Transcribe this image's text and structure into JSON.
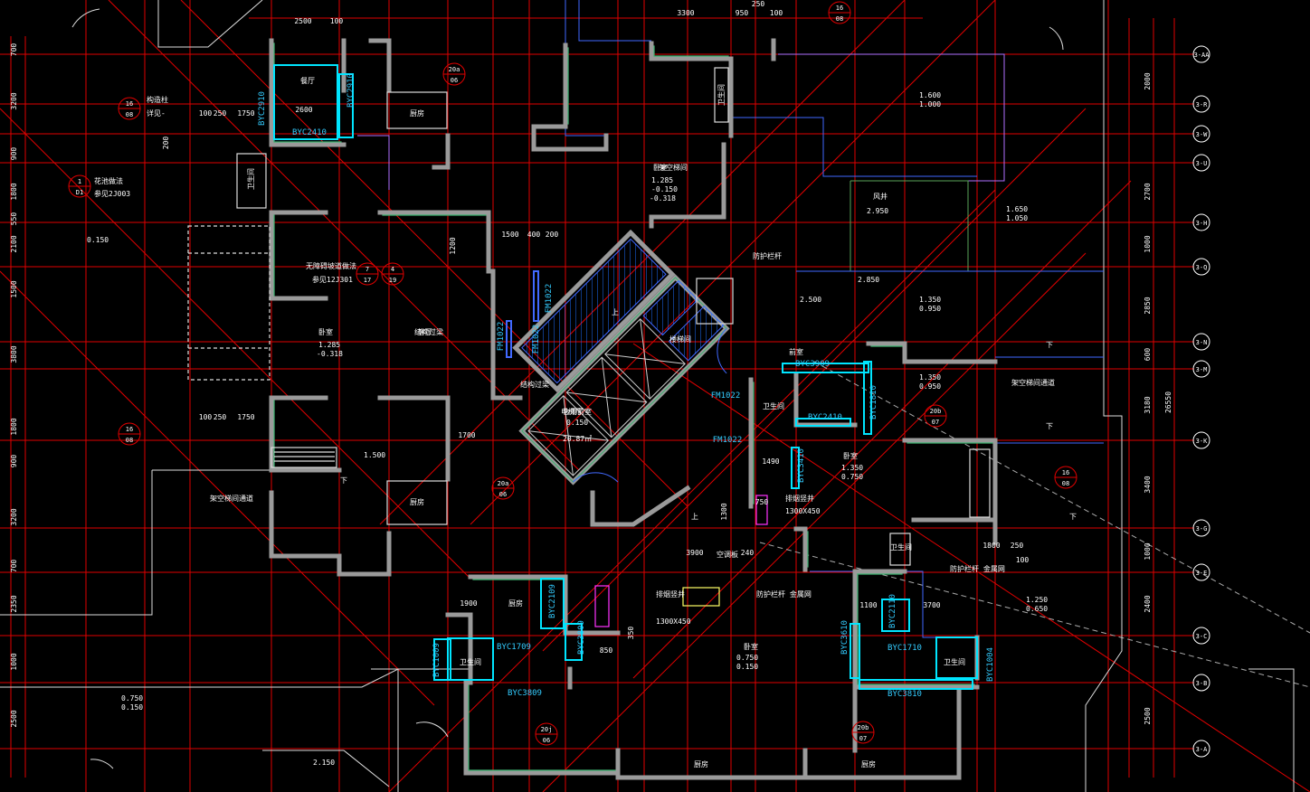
{
  "colors": {
    "background": "#000000",
    "grid_red": "#e00000",
    "wall_green": "#3cb371",
    "wall_fill": "#9a9a9a",
    "window_cyan": "#00e5ff",
    "window_blue": "#4169ff",
    "text_white": "#ffffff",
    "text_yellow": "#ffff66",
    "text_cyan": "#33ccff",
    "purple": "#b070ff",
    "magenta": "#ff33ff"
  },
  "axes": {
    "right_labels": [
      "3-AA",
      "3-R",
      "3-W",
      "3-U",
      "3-H",
      "3-Q",
      "3-N",
      "3-M",
      "3-K",
      "3-G",
      "3-E",
      "3-C",
      "3-B",
      "3-A"
    ],
    "right_dims": [
      "2000",
      "2700",
      "1000",
      "2850",
      "600",
      "3180",
      "3400",
      "1000",
      "2400",
      "2500"
    ],
    "overall_dim": "26550",
    "left_dims": [
      "700",
      "3200",
      "900",
      "1800",
      "550",
      "2100",
      "1500",
      "3800",
      "1800",
      "900",
      "3200",
      "700",
      "2350",
      "1000",
      "2500"
    ]
  },
  "top_dims": [
    "2500",
    "100",
    "3300",
    "950",
    "250",
    "100"
  ],
  "tags": {
    "window_types": [
      "BYC2910",
      "BYC2910",
      "BYC2410",
      "BYC3909",
      "BYC2410",
      "BYC1810",
      "BYC3410",
      "BYC3809",
      "BYC2109",
      "BYC1709",
      "BYC1009",
      "BYC3809",
      "BYC3610",
      "BYC2110",
      "BYC1710",
      "BYC1004",
      "BYC3810"
    ],
    "door_types": [
      "FM1022",
      "FM1022",
      "FM1022",
      "FM1022",
      "FM1022"
    ]
  },
  "room_labels": [
    "厨房",
    "厨房",
    "卧室",
    "卧室",
    "客厅",
    "餐厅",
    "卫生间",
    "卫生间",
    "卫生间",
    "卧室",
    "卧室",
    "电梯厅",
    "楼梯间",
    "前室",
    "卫生间",
    "卫生间",
    "厨房",
    "厨房",
    "厨房",
    "卫生间"
  ],
  "notes": {
    "n1": "构造柱",
    "n2": "详见-",
    "n3": "花池做法",
    "n4": "参见2J003",
    "n5": "无障碍坡道做法",
    "n6": "参见12J301",
    "n7": "结构过梁",
    "n8": "结构过梁",
    "n9": "防护栏杆",
    "n10": "防护栏杆 金属网",
    "n11": "防护栏杆 金属网",
    "n12": "架空梯间通道",
    "n13": "架空梯间通道",
    "n14": "架空梯间",
    "n15": "风井",
    "n16": "排烟竖井",
    "n17": "合用前室",
    "n18": "20.87㎡",
    "n19": "1300X450",
    "n20": "排烟竖井",
    "n21": "1300X450",
    "n22": "空调板",
    "n23": "0.150",
    "n24": "上",
    "n25": "下",
    "n26": "下",
    "n27": "下",
    "n28": "下",
    "n29": "上",
    "n30": "-0.150",
    "n31": "2.950",
    "n32": "2.850",
    "n33": "2.500",
    "n34": "1.600",
    "n35": "1.000",
    "n36": "1.650",
    "n37": "1.050",
    "n38": "1.350",
    "n39": "0.950",
    "n40": "1.350",
    "n41": "0.950",
    "n42": "1.350",
    "n43": "0.750",
    "n44": "1.250",
    "n45": "0.650",
    "n46": "0.750",
    "n47": "0.150",
    "n48": "0.750",
    "n49": "0.150",
    "n50": "2.150",
    "n51": "1.285",
    "n52": "-0.318",
    "n53": "1.285",
    "n54": "-0.318",
    "n55": "1.500",
    "n56": "0.150"
  },
  "bubbles": [
    {
      "top": "16",
      "bottom": "08"
    },
    {
      "top": "16",
      "bottom": "08"
    },
    {
      "top": "16",
      "bottom": "08"
    },
    {
      "top": "16",
      "bottom": "08"
    },
    {
      "top": "20a",
      "bottom": "06"
    },
    {
      "top": "20a",
      "bottom": "06"
    },
    {
      "top": "20b",
      "bottom": "07"
    },
    {
      "top": "20j",
      "bottom": "06"
    },
    {
      "top": "20b",
      "bottom": "07"
    },
    {
      "top": "1",
      "bottom": "D1"
    },
    {
      "top": "7",
      "bottom": "17"
    },
    {
      "top": "4",
      "bottom": "19"
    }
  ],
  "misc_dims": [
    "1500",
    "400",
    "200",
    "1200",
    "1700",
    "1490",
    "750",
    "1300",
    "3900",
    "240",
    "1800",
    "250",
    "100",
    "1900",
    "850",
    "350",
    "1100",
    "3700",
    "250",
    "1750",
    "100",
    "250",
    "1750",
    "2600",
    "100",
    "200"
  ]
}
